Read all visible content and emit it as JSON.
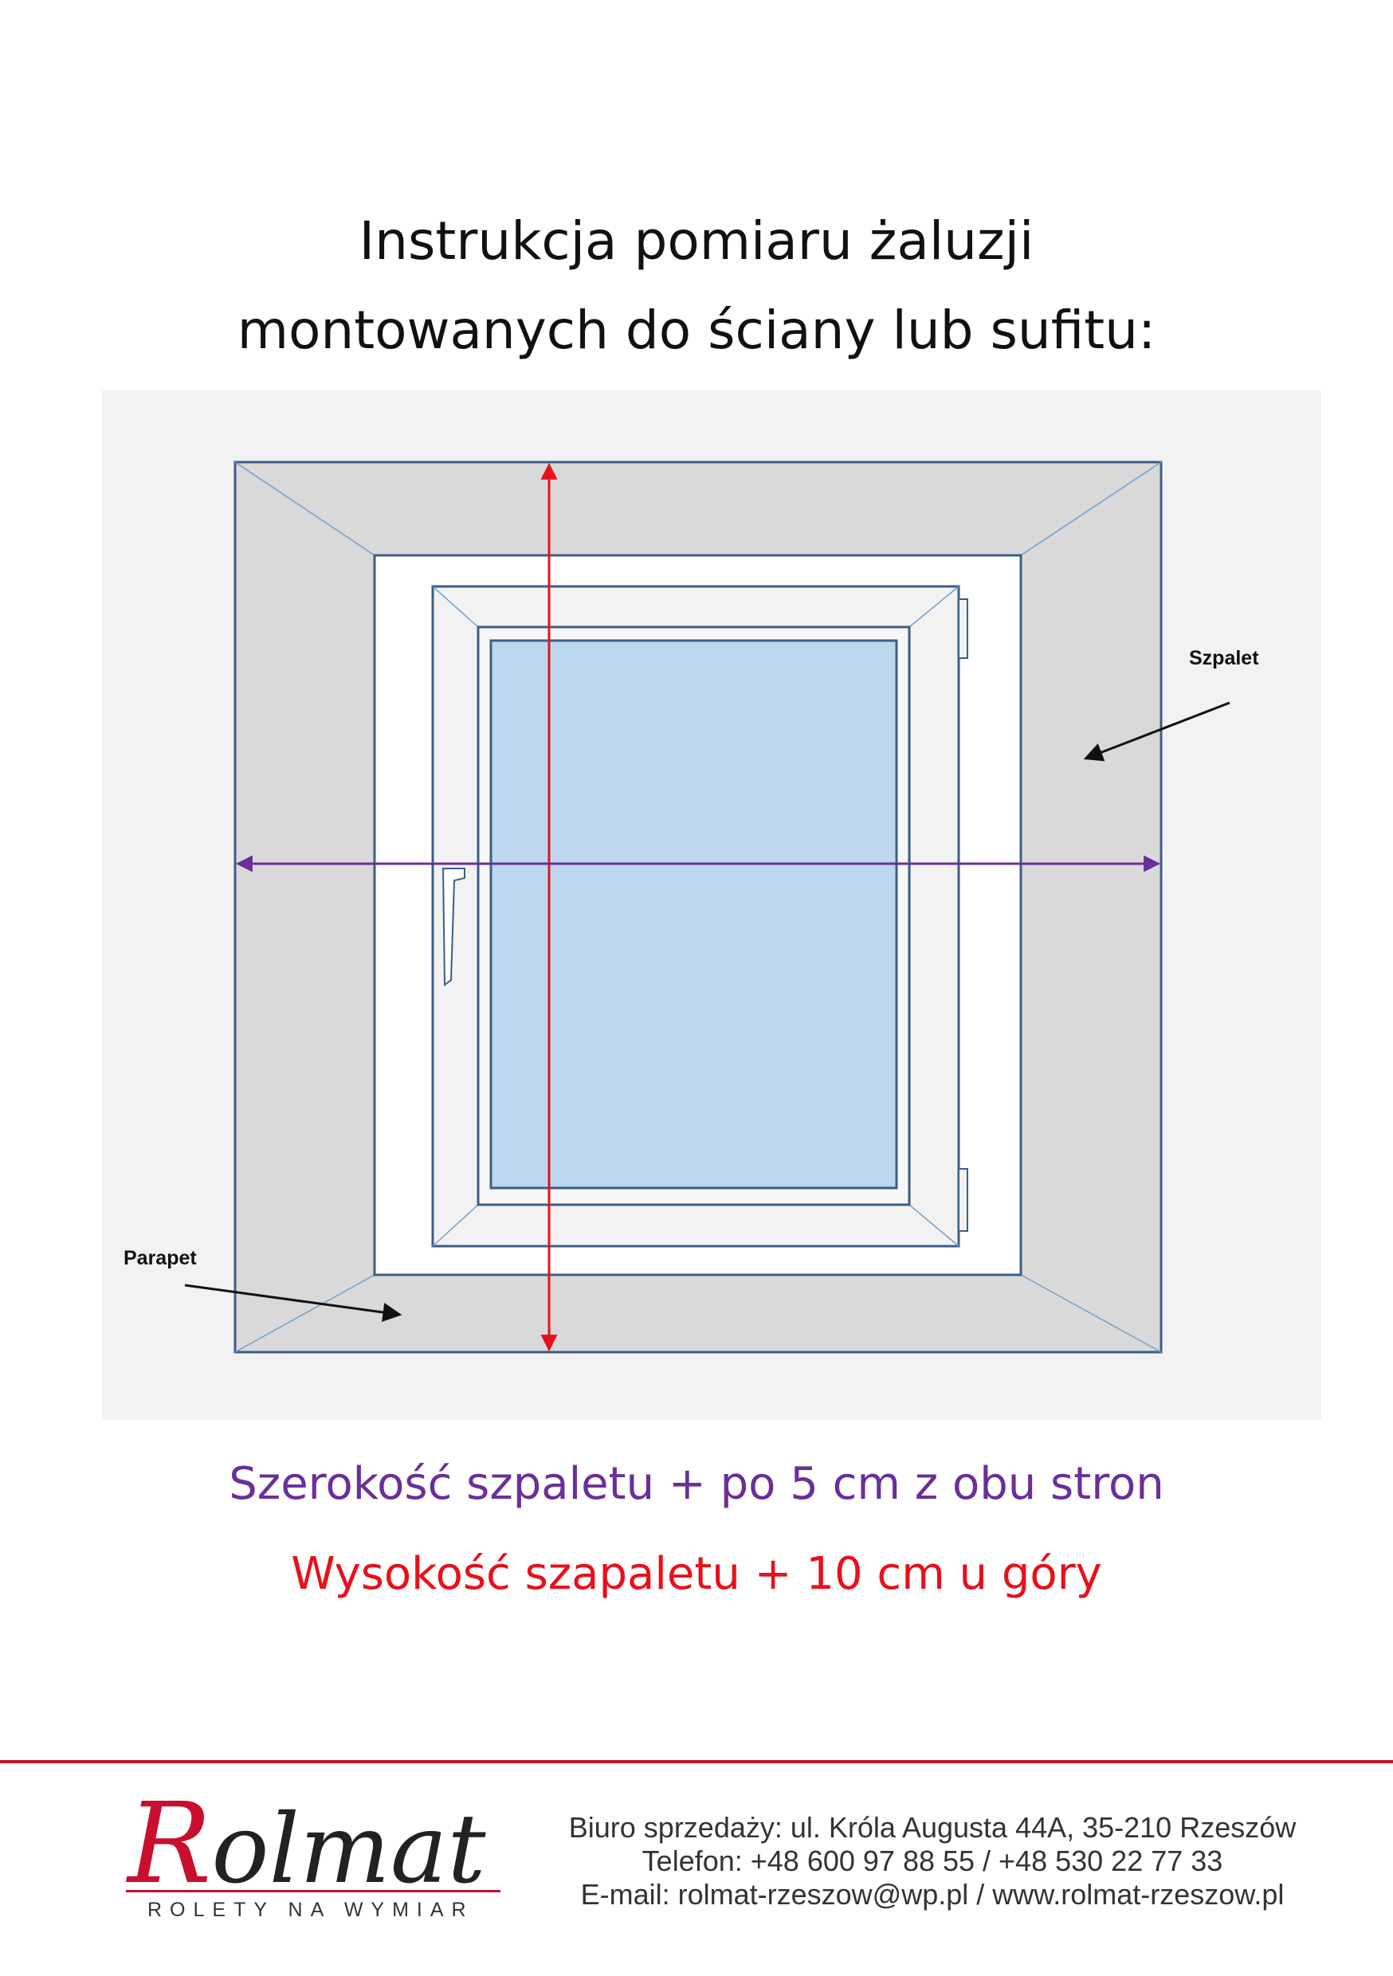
{
  "header": {
    "title_line1": "Instrukcja pomiaru żaluzji",
    "title_line2": "montowanych do ściany lub sufitu:"
  },
  "diagram": {
    "label_szpalet": "Szpalet",
    "label_parapet": "Parapet",
    "colors": {
      "background": "#f2f2f2",
      "wall": "#d9d9d9",
      "outline": "#3a5f85",
      "glass": "#bdd7ee",
      "height_arrow": "#e8101a",
      "width_arrow": "#6a2f9a"
    }
  },
  "instructions": {
    "width_text": "Szerokość szpaletu + po 5 cm z obu stron",
    "height_text": "Wysokość szapaletu + 10 cm u góry"
  },
  "footer": {
    "logo_text": "Rolmat",
    "logo_tagline": "ROLETY NA WYMIAR",
    "address": "Biuro sprzedaży: ul. Króla Augusta 44A, 35-210 Rzeszów",
    "phone": "Telefon: +48 600 97 88 55 / +48 530 22 77 33",
    "email": "E-mail: rolmat-rzeszow@wp.pl  /  www.rolmat-rzeszow.pl",
    "accent_color": "#c8102e"
  }
}
